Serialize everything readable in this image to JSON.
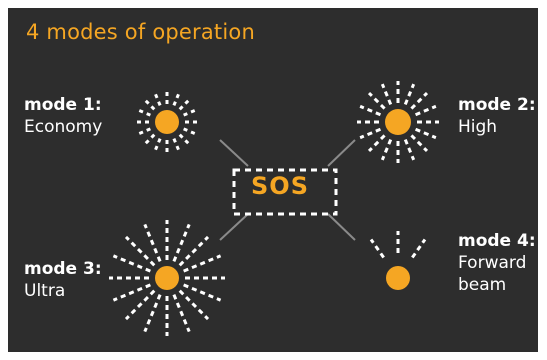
{
  "title": "4 modes of operation",
  "center_label": "SOS",
  "modes": [
    {
      "head": "mode 1:",
      "lines": [
        "Economy"
      ]
    },
    {
      "head": "mode 2:",
      "lines": [
        "High"
      ]
    },
    {
      "head": "mode 3:",
      "lines": [
        "Ultra"
      ]
    },
    {
      "head": "mode 4:",
      "lines": [
        "Forward",
        "beam"
      ]
    }
  ],
  "colors": {
    "background": "#2d2d2d",
    "accent": "#f5a623",
    "rays": "#ffffff",
    "connector": "#8a8a8a"
  }
}
